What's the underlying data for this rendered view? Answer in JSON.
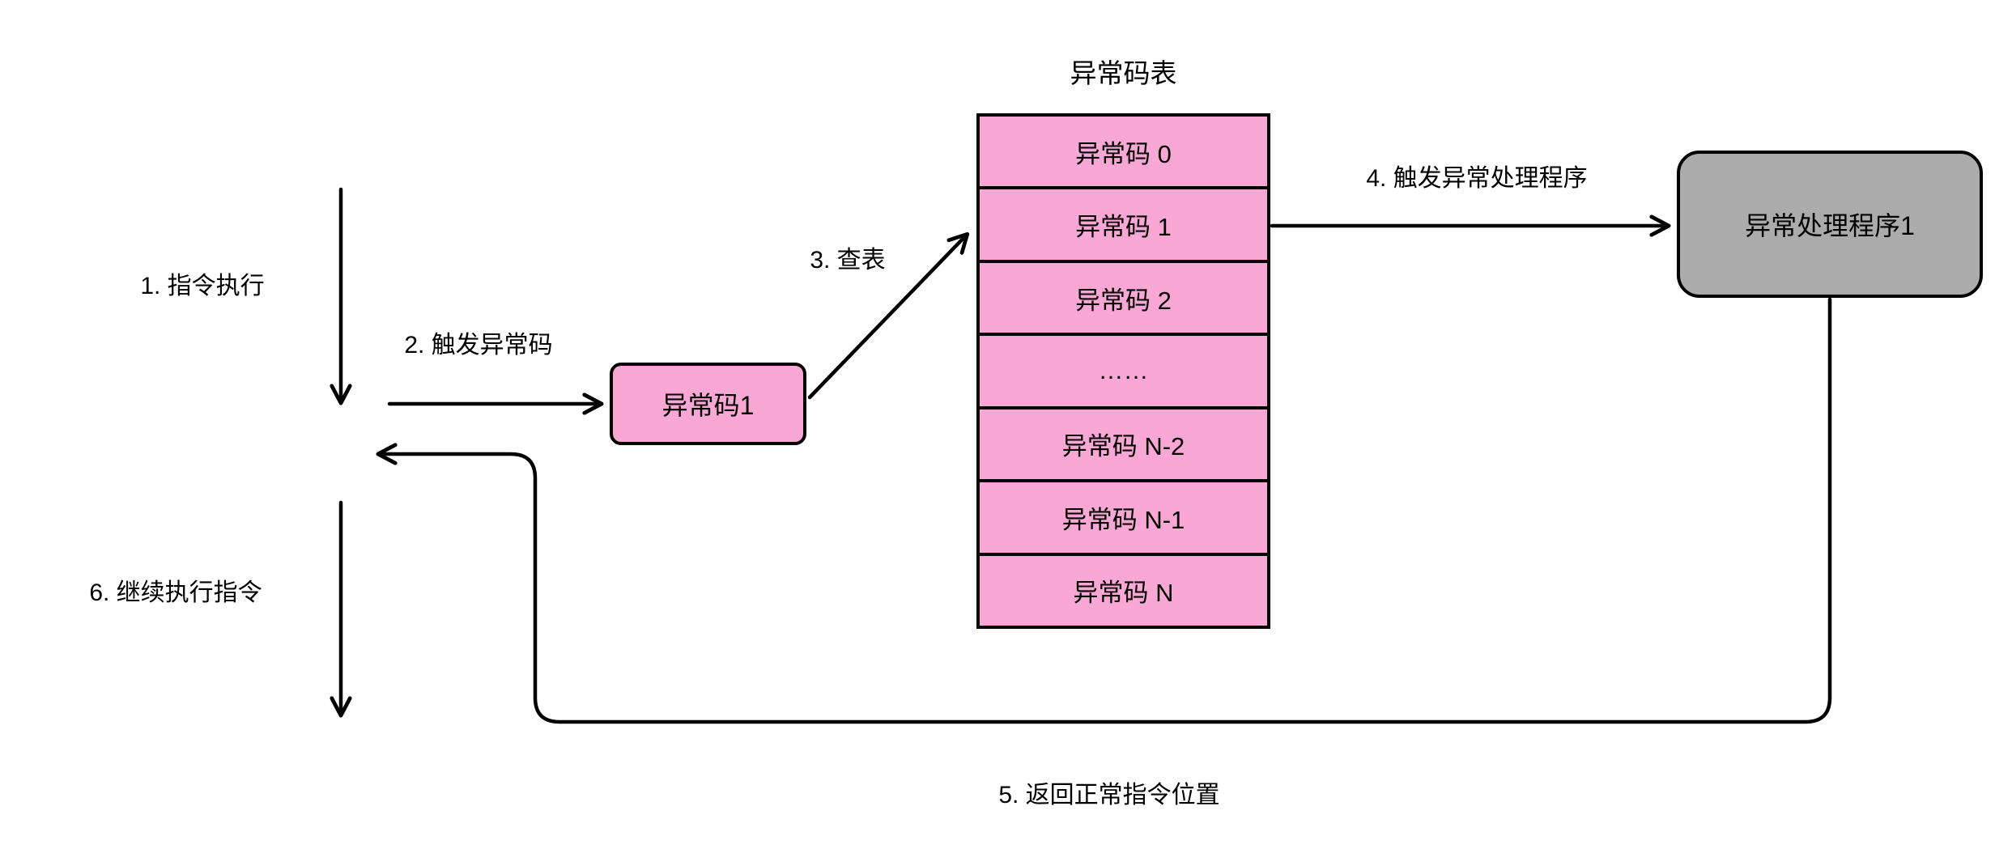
{
  "diagram": {
    "exception_table": {
      "title": "异常码表",
      "rows": [
        "异常码 0",
        "异常码 1",
        "异常码 2",
        "……",
        "异常码 N-2",
        "异常码 N-1",
        "异常码 N"
      ]
    },
    "exception_code_box": {
      "label": "异常码1"
    },
    "handler_box": {
      "label": "异常处理程序1"
    },
    "steps": [
      "1. 指令执行",
      "2. 触发异常码",
      "3. 查表",
      "4. 触发异常处理程序",
      "5. 返回正常指令位置",
      "6. 继续执行指令"
    ],
    "colors": {
      "cell_pink": "#F9A7D4",
      "handler_gray": "#ABABAB",
      "line": "#000000"
    }
  }
}
